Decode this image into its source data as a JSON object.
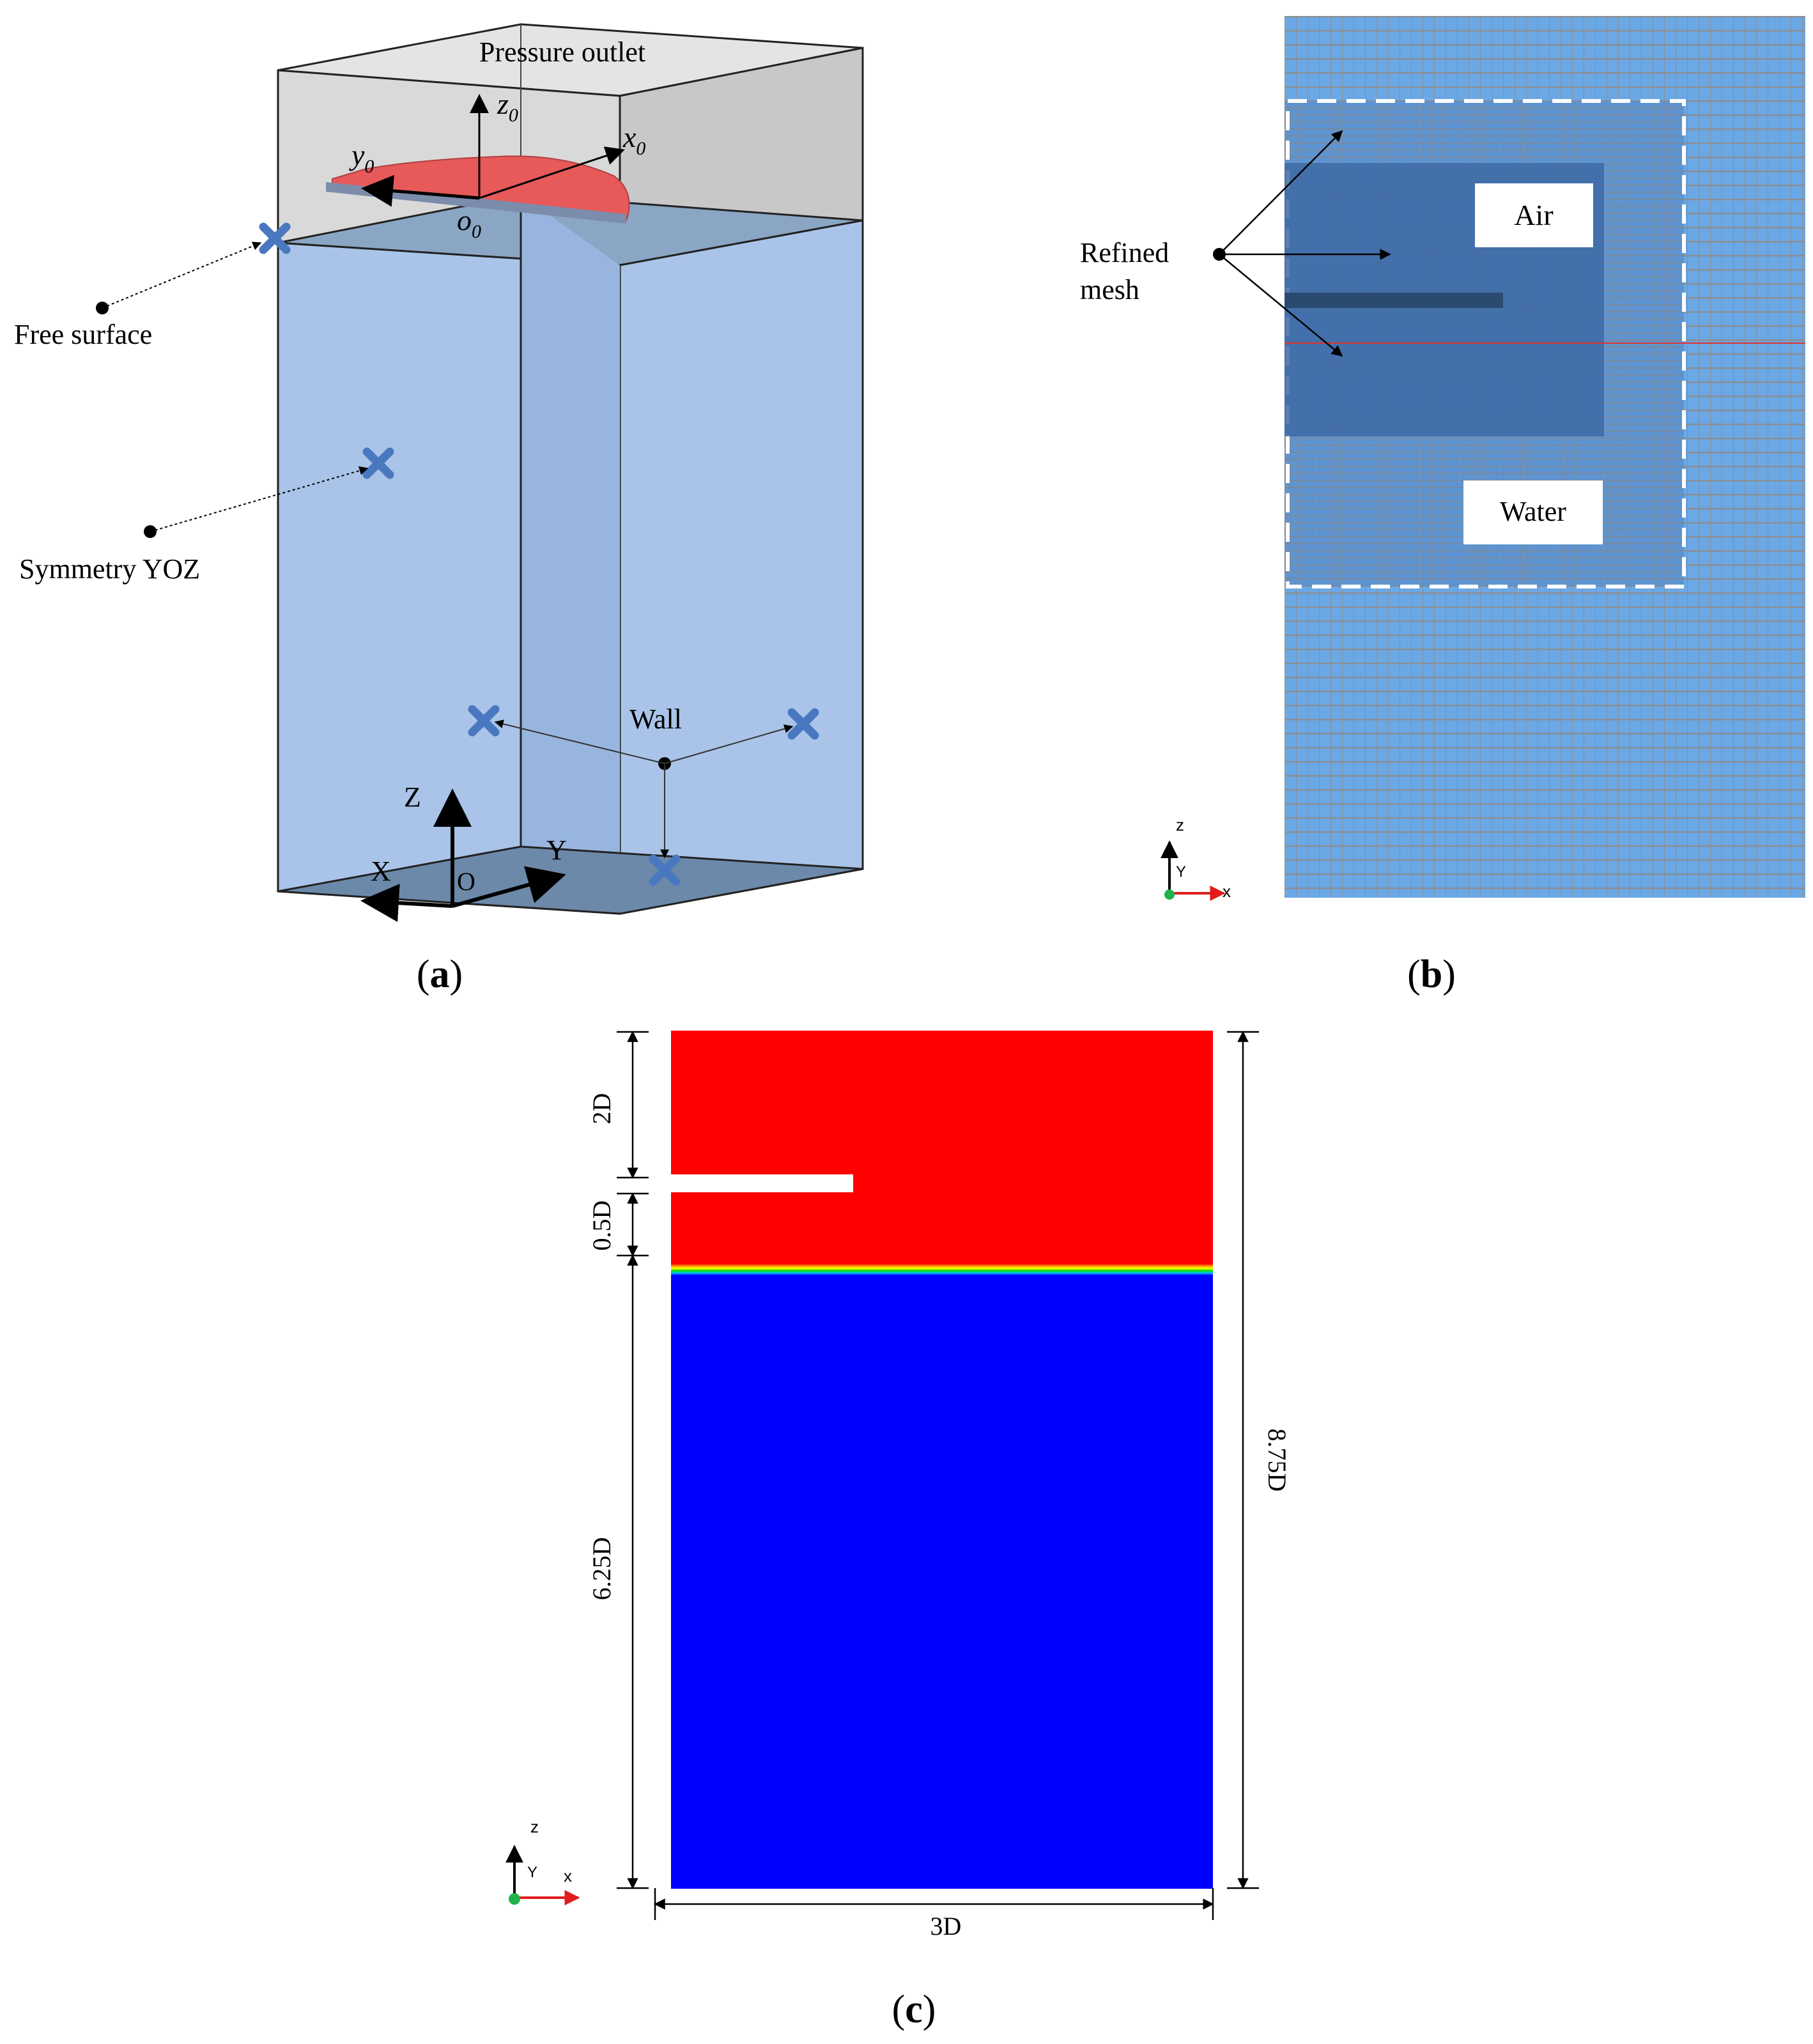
{
  "panel_a": {
    "label": "a",
    "top_label": "Pressure outlet",
    "local_axes": {
      "z": "z",
      "z_sub": "0",
      "y": "y",
      "y_sub": "0",
      "x": "x",
      "x_sub": "0",
      "o": "o",
      "o_sub": "0"
    },
    "global_axes": {
      "z": "Z",
      "x": "X",
      "y": "Y",
      "o": "O"
    },
    "free_surface_label": "Free surface",
    "symmetry_label": "Symmetry YOZ",
    "wall_label": "Wall",
    "colors": {
      "air_box": "#d8d8d8",
      "water_box": "#a9c4e8",
      "hull": "#e8595a",
      "marker": "#4a78c0"
    }
  },
  "panel_b": {
    "label": "b",
    "refined_label_line1": "Refined",
    "refined_label_line2": "mesh",
    "air_label": "Air",
    "water_label": "Water",
    "triad": {
      "z": "z",
      "y": "Y",
      "x": "x"
    },
    "colors": {
      "mesh_bg": "#6aa8e6",
      "grid_line": "#8a8f96",
      "refined": "#3d6aa6",
      "free_surface": "#e0302a"
    }
  },
  "panel_c": {
    "label": "c",
    "dim_top": "2D",
    "dim_mid": "0.5D",
    "dim_bottom": "6.25D",
    "dim_total": "8.75D",
    "dim_width": "3D",
    "triad": {
      "z": "z",
      "y": "Y",
      "x": "x"
    },
    "colors": {
      "air": "#ff0000",
      "water": "#0000ff"
    }
  }
}
